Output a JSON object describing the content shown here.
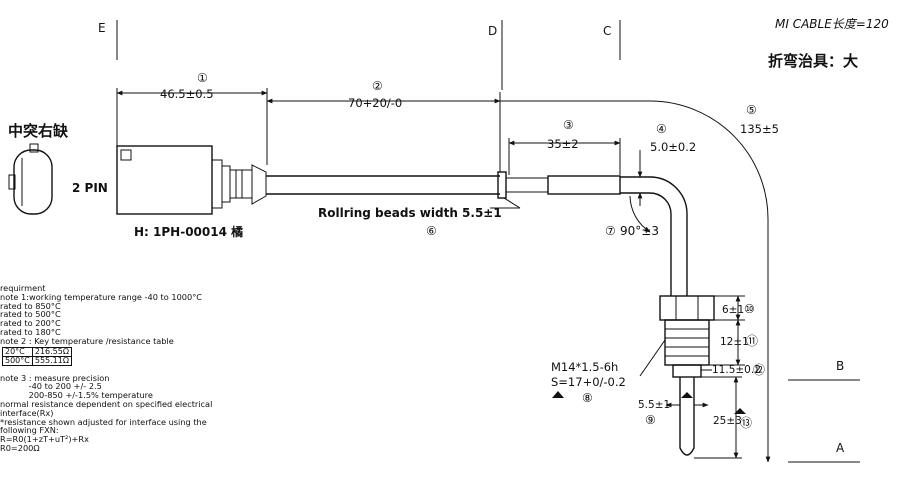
{
  "header": {
    "cable_note": "MI CABLE长度=120",
    "bending_tool": "折弯治具：大",
    "connector_title": "中突右缺",
    "pin_label": "2 PIN",
    "housing_part": "H: 1PH-00014 橘"
  },
  "section_letters": [
    "E",
    "D",
    "C",
    "B",
    "A"
  ],
  "dimensions": [
    {
      "mark": "①",
      "text": "46.5±0.5"
    },
    {
      "mark": "②",
      "text": "70+20/-0"
    },
    {
      "mark": "③",
      "text": "35±2"
    },
    {
      "mark": "④",
      "text": "5.0±0.2"
    },
    {
      "mark": "⑤",
      "text": "135±5"
    },
    {
      "mark": "⑥",
      "text": "Rollring beads width 5.5±1"
    },
    {
      "mark": "⑦",
      "text": "90°±3"
    },
    {
      "mark": "⑧",
      "text": "M14*1.5-6h",
      "text2": "S=17+0/-0.2"
    },
    {
      "mark": "⑨",
      "text": "5.5±1"
    },
    {
      "mark": "⑩",
      "text": "6±1"
    },
    {
      "mark": "⑪",
      "text": "12±1"
    },
    {
      "mark": "⑫",
      "text": "11.5±0.2"
    },
    {
      "mark": "⑬",
      "text": "25±3"
    }
  ],
  "notes": {
    "lines_top": [
      "requirment",
      "note 1:working temperature range -40 to 1000°C",
      "rated to 850°C",
      "rated to 500°C",
      "rated to 200°C",
      "rated to 180°C",
      "note 2 : Key temperature /resistance table"
    ],
    "table": [
      [
        "20°C",
        "216.55Ω"
      ],
      [
        "500°C",
        "555.11Ω"
      ]
    ],
    "lines_bottom": [
      "note 3 : measure precision",
      "           -40 to 200 +/- 2.5",
      "           200-850 +/-1.5% temperature",
      "normal resistance dependent on specified electrical",
      "interface(Rx)",
      "*resistance shown adjusted for interface using the",
      "following FXN:",
      "R=R0(1+zT+uT²)+Rx",
      "R0=200Ω"
    ]
  }
}
